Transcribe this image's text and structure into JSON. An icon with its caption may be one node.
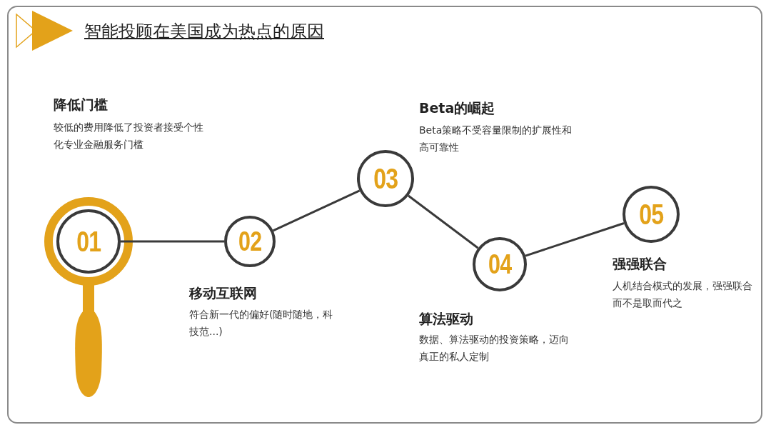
{
  "diagram": {
    "title": "智能投顾在美国成为热点的原因",
    "nodes": [
      {
        "text": [
          "01"
        ],
        "beside": [
          "降低门槛",
          "较低的费用降低了投资者接受个性化专业金融服务门槛"
        ]
      },
      {
        "text": [
          "02"
        ],
        "beside": [
          "移动互联网",
          "符合新一代的偏好(随时随地，科技范...)"
        ]
      },
      {
        "text": [
          "03"
        ],
        "beside": [
          "Beta的崛起",
          "Beta策略不受容量限制的扩展性和高可靠性"
        ]
      },
      {
        "text": [
          "04"
        ],
        "beside": [
          "算法驱动",
          "数据、算法驱动的投资策略，迈向真正的私人定制"
        ]
      },
      {
        "text": [
          "05"
        ],
        "beside": [
          "强强联合",
          "人机结合模式的发展，强强联合而不是取而代之"
        ]
      }
    ],
    "edges": [
      {
        "from": 0,
        "to": 1,
        "arrow": "none"
      },
      {
        "from": 1,
        "to": 2,
        "arrow": "none"
      },
      {
        "from": 2,
        "to": 3,
        "arrow": "none"
      },
      {
        "from": 3,
        "to": 4,
        "arrow": "none"
      }
    ]
  }
}
